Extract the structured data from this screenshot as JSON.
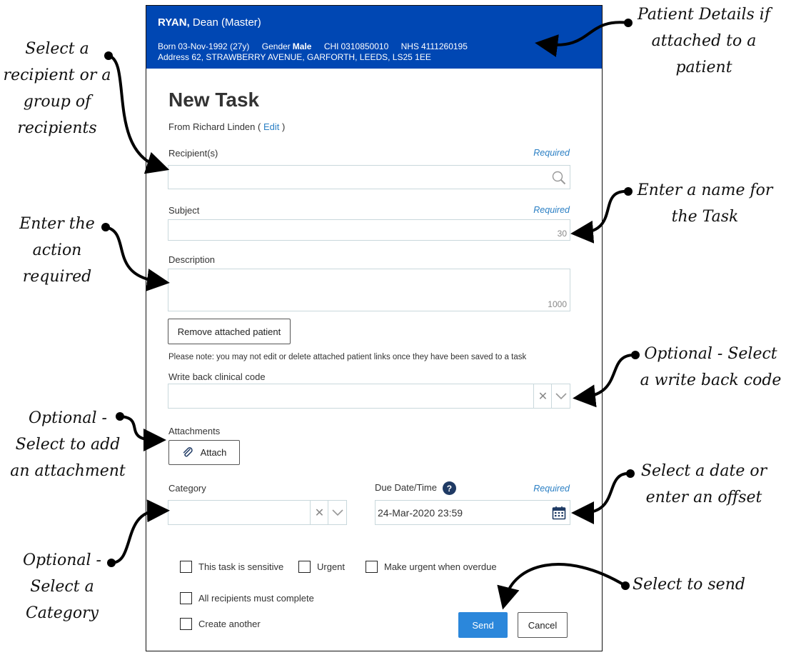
{
  "annotations": {
    "patient_details": "Patient Details if\nattached to a\npatient",
    "select_recipient": "Select a\nrecipient or a\ngroup of\nrecipients",
    "enter_name": "Enter a name for\nthe Task",
    "enter_action": "Enter the\naction\nrequired",
    "write_back": "Optional - Select\na write back code",
    "add_attachment": "Optional -\nSelect to add\nan attachment",
    "select_date": "Select a date or\nenter an offset",
    "select_category": "Optional -\nSelect a\nCategory",
    "select_send": "Select to send"
  },
  "patient": {
    "surname": "RYAN,",
    "forename": "Dean (Master)",
    "born_label": "Born",
    "born_value": "03-Nov-1992 (27y)",
    "gender_label": "Gender",
    "gender_value": "Male",
    "chi_label": "CHI",
    "chi_value": "0310850010",
    "nhs_label": "NHS",
    "nhs_value": "4111260195",
    "address_label": "Address",
    "address_value": "62, STRAWBERRY AVENUE, GARFORTH, LEEDS, LS25 1EE"
  },
  "form": {
    "title": "New Task",
    "from_text": "From Richard Linden",
    "edit_link": "Edit",
    "recipients_label": "Recipient(s)",
    "required": "Required",
    "subject_label": "Subject",
    "subject_counter": "30",
    "description_label": "Description",
    "description_counter": "1000",
    "remove_patient_button": "Remove attached patient",
    "note": "Please note: you may not edit or delete attached patient links once they have been saved to a task",
    "write_back_label": "Write back clinical code",
    "attachments_label": "Attachments",
    "attach_button": "Attach",
    "category_label": "Category",
    "due_label": "Due Date/Time",
    "due_value": "24-Mar-2020 23:59",
    "cb_sensitive": "This task is sensitive",
    "cb_urgent": "Urgent",
    "cb_urgent_overdue": "Make urgent when overdue",
    "cb_all_complete": "All recipients must complete",
    "cb_create_another": "Create another",
    "send_button": "Send",
    "cancel_button": "Cancel"
  }
}
